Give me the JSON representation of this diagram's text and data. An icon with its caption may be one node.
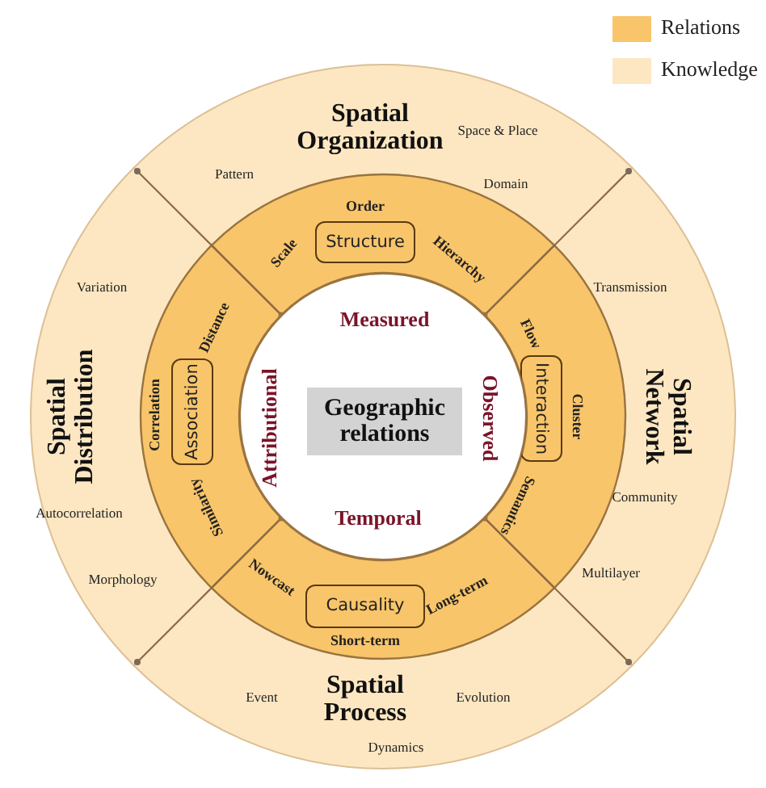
{
  "diagram": {
    "nodes": [
      {
        "text": [
          "Spatial Organization",
          "Pattern",
          "Space & Place",
          "Domain"
        ]
      },
      {
        "text": [
          "Spatial Distribution",
          "Variation",
          "Autocorrelation",
          "Morphology"
        ]
      },
      {
        "text": [
          "Spatial Network",
          "Transmission",
          "Community",
          "Multilayer"
        ]
      },
      {
        "text": [
          "Event",
          "Spatial Process",
          "Evolution",
          "Dynamics"
        ]
      },
      {
        "text": [
          "Order",
          "Scale",
          "Hierarchy"
        ]
      },
      {
        "text": [
          "Structure"
        ],
        "in": 4
      },
      {
        "text": [
          "Distance",
          "Correlation",
          "Similarity"
        ]
      },
      {
        "text": [
          "Association"
        ],
        "in": 6
      },
      {
        "text": [
          "Flow",
          "Cluster",
          "Semantics"
        ]
      },
      {
        "text": [
          "Interaction"
        ],
        "in": 8
      },
      {
        "text": [
          "Nowcast",
          "Long-term",
          "Short-term"
        ]
      },
      {
        "text": [
          "Causality"
        ],
        "in": 10
      },
      {
        "text": [
          "Measured",
          "Attributional",
          "Observed",
          "Temporal"
        ]
      },
      {
        "text": [
          "Geographic relations"
        ],
        "in": 12
      }
    ],
    "legend": [
      {
        "text": "Relations",
        "color": "#f9c56a"
      },
      {
        "text": "Knowledge",
        "color": "#fde7c2"
      }
    ]
  }
}
